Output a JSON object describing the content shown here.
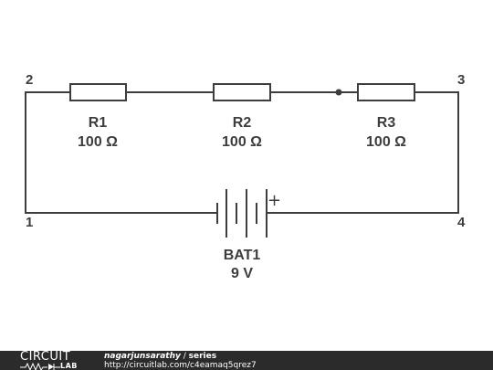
{
  "diagram": {
    "nodes": [
      {
        "id": "node-2",
        "label": "2"
      },
      {
        "id": "node-3",
        "label": "3"
      },
      {
        "id": "node-1",
        "label": "1"
      },
      {
        "id": "node-4",
        "label": "4"
      }
    ],
    "components": [
      {
        "id": "R1",
        "name": "R1",
        "value": "100 Ω"
      },
      {
        "id": "R2",
        "name": "R2",
        "value": "100 Ω"
      },
      {
        "id": "R3",
        "name": "R3",
        "value": "100 Ω"
      },
      {
        "id": "BAT1",
        "name": "BAT1",
        "value": "9 V",
        "polarity_mark": "+"
      }
    ],
    "colors": {
      "wire": "#3d3d3d",
      "footer_bg": "#2b2b2b",
      "footer_text": "#ffffff"
    }
  },
  "footer": {
    "logo_top": "CIRCUIT",
    "logo_bottom": "LAB",
    "author": "nagarjunsarathy",
    "separator": " / ",
    "title": "series",
    "url": "http://circuitlab.com/c4eamaq5qrez7"
  }
}
